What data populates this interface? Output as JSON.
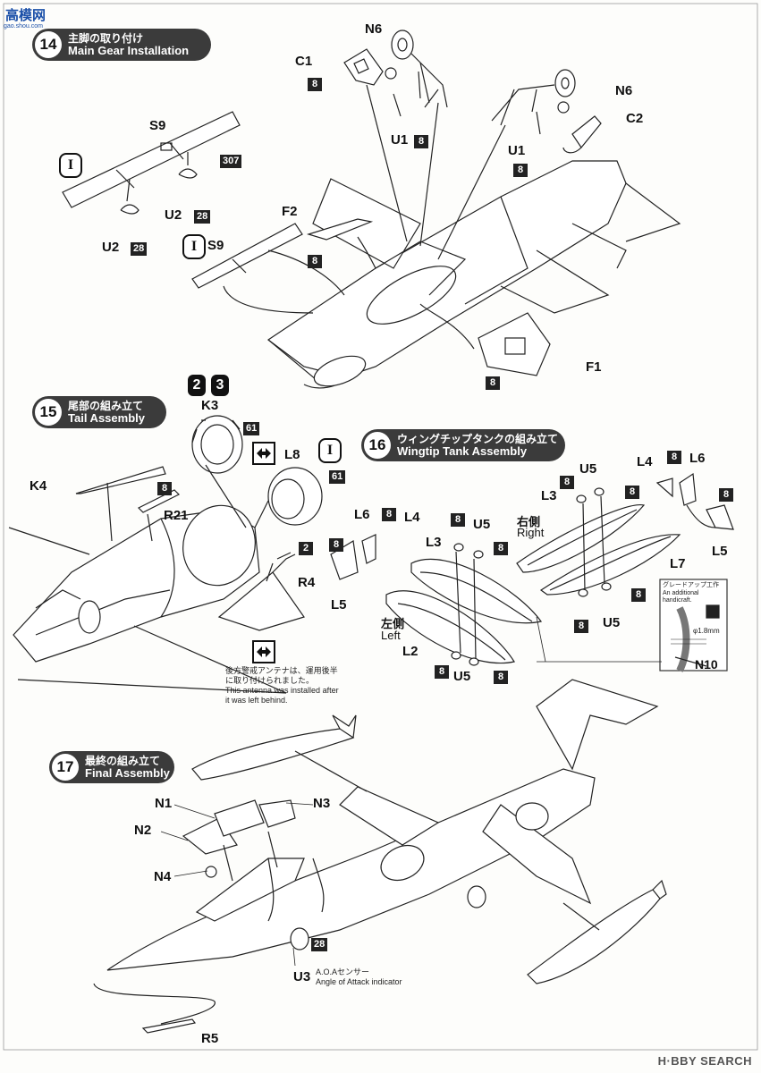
{
  "site_logo": "高模网",
  "site_logo_sub": "gao.shou.com",
  "watermark": "H·BBY SEARCH",
  "steps": [
    {
      "num": "14",
      "jp": "主脚の取り付け",
      "en": "Main Gear Installation"
    },
    {
      "num": "15",
      "jp": "尾部の組み立て",
      "en": "Tail Assembly"
    },
    {
      "num": "16",
      "jp": "ウィングチップタンクの組み立て",
      "en": "Wingtip Tank Assembly"
    },
    {
      "num": "17",
      "jp": "最終の組み立て",
      "en": "Final Assembly"
    }
  ],
  "labels": {
    "n6a": "N6",
    "c1": "C1",
    "b8a": "8",
    "u1a": "U1",
    "b8b": "8",
    "s9a": "S9",
    "b307": "307",
    "u2a": "U2",
    "b28a": "28",
    "u2b": "U2",
    "b28b": "28",
    "s9b": "S9",
    "f2": "F2",
    "b8c": "8",
    "n6b": "N6",
    "c2": "C2",
    "u1b": "U1",
    "b8d": "8",
    "f1": "F1",
    "b8e": "8",
    "k3": "K3",
    "b61a": "61",
    "l8": "L8",
    "b61b": "61",
    "k4": "K4",
    "b8f": "8",
    "r21": "R21",
    "b2": "2",
    "r4": "R4",
    "l6a": "L6",
    "b8g": "8",
    "l4a": "L4",
    "b8h": "8",
    "l5a": "L5",
    "l3a": "L3",
    "b8i": "8",
    "u5a": "U5",
    "b8j": "8",
    "left_jp": "左側",
    "left_en": "Left",
    "l2": "L2",
    "b8k": "8",
    "u5b": "U5",
    "b8l": "8",
    "u5c": "U5",
    "b8m": "8",
    "l3b": "L3",
    "b8n": "8",
    "right_jp": "右側",
    "right_en": "Right",
    "l4b": "L4",
    "b8o": "8",
    "l6b": "L6",
    "b8p": "8",
    "l5b": "L5",
    "l7": "L7",
    "b8q": "8",
    "b8r": "8",
    "u5d": "U5",
    "n1": "N1",
    "n2": "N2",
    "n3": "N3",
    "n4": "N4",
    "b28c": "28",
    "u3": "U3",
    "r5": "R5"
  },
  "romans": {
    "i1": "I",
    "i2": "I",
    "i3": "I"
  },
  "boxnums": {
    "two": "2",
    "three": "3"
  },
  "notes": {
    "antenna_jp1": "後方警戒アンテナは、運用後半",
    "antenna_jp2": "に取り付けられました。",
    "antenna_en1": "This antenna was installed after",
    "antenna_en2": "it was left behind.",
    "aoa_jp": "A.O.Aセンサー",
    "aoa_en": "Angle of Attack indicator",
    "upgrade_jp": "グレードアップ工作",
    "upgrade_en1": "An additional",
    "upgrade_en2": "handicraft.",
    "drill": "φ1.8mm",
    "n10": "N10"
  },
  "colors": {
    "line": "#222222",
    "badge": "#222222",
    "step_bg": "#3b3b3b",
    "logo": "#1a4fa8"
  }
}
